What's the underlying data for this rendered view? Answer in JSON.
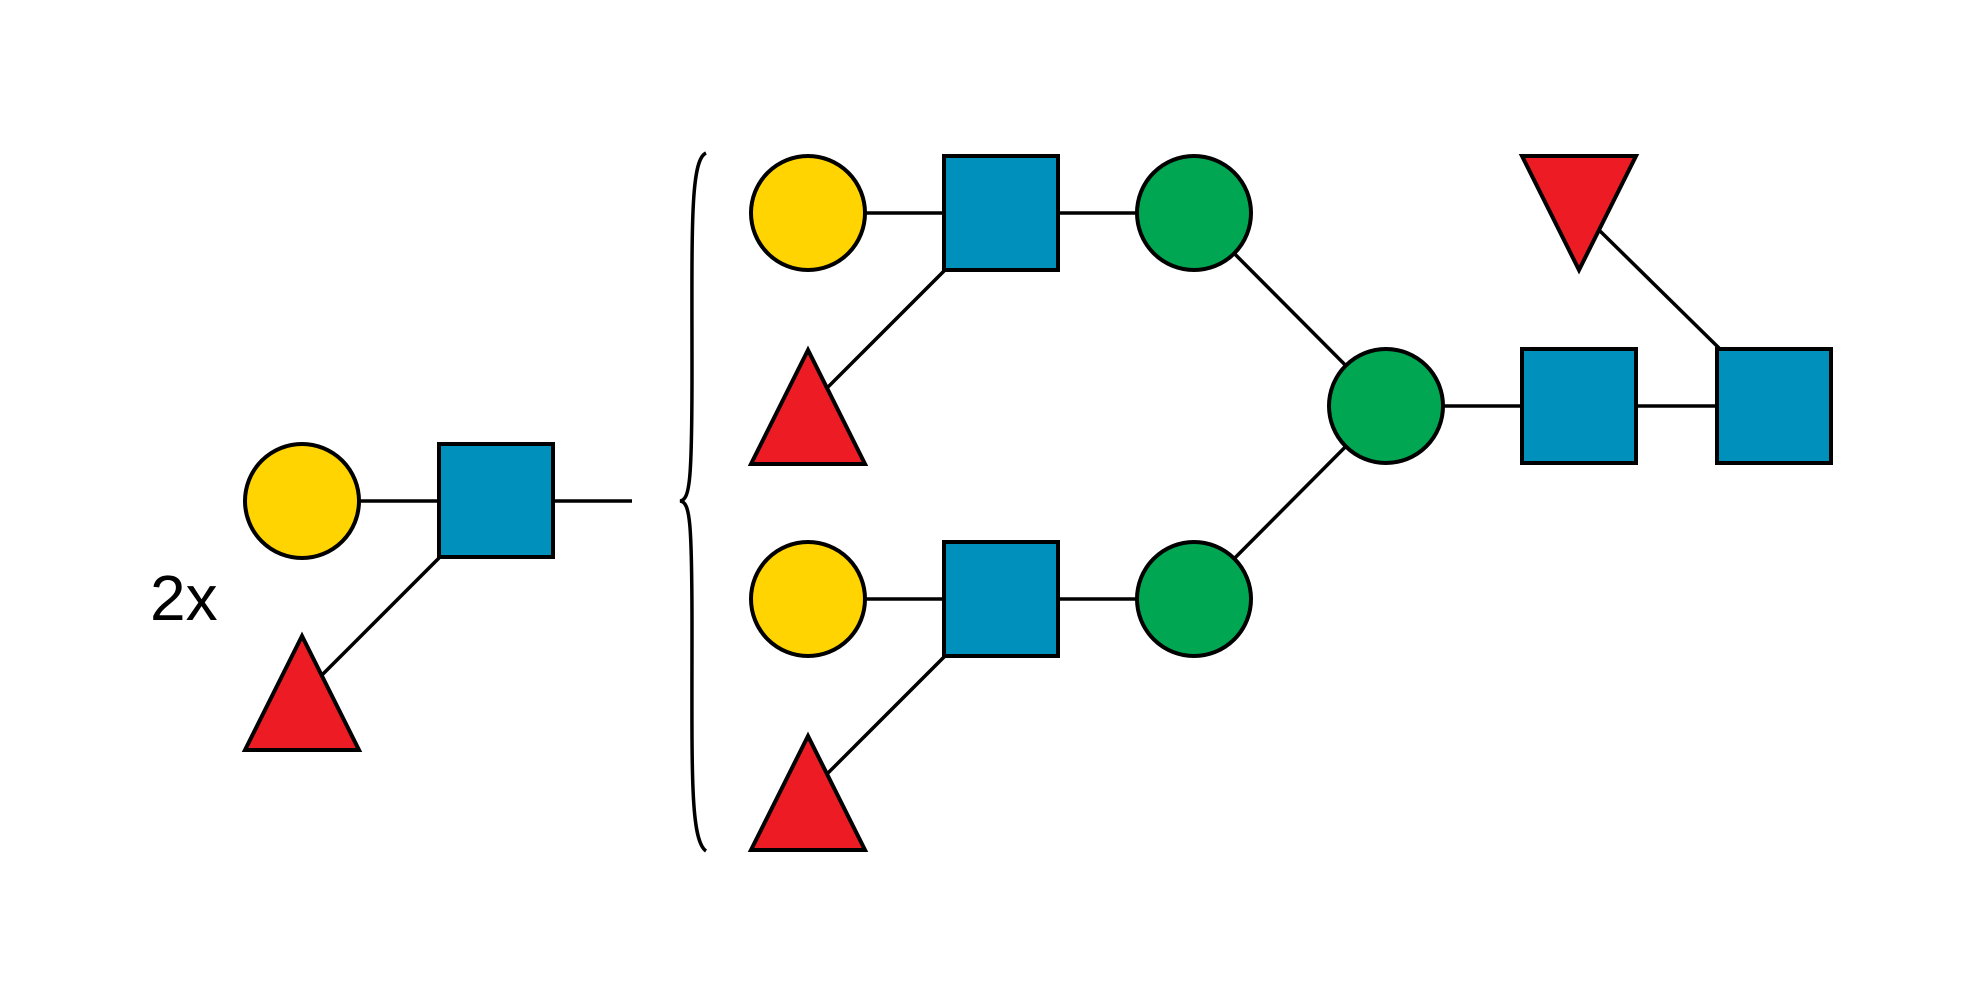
{
  "diagram": {
    "type": "glycan-snfg",
    "multiplier_label": "2x",
    "colors": {
      "galactose": "#FFD400",
      "glcnac": "#0090BC",
      "mannose": "#00A651",
      "fucose": "#ED1C24",
      "outline": "#000000",
      "background": "#FFFFFF"
    },
    "legend": [],
    "repeated_antenna": {
      "nodes": [
        {
          "id": "rep_gal",
          "shape": "circle",
          "icon": "galactose-circle",
          "color_key": "galactose"
        },
        {
          "id": "rep_glcnac",
          "shape": "square",
          "icon": "glcnac-square",
          "color_key": "glcnac"
        },
        {
          "id": "rep_fuc",
          "shape": "triangle",
          "icon": "fucose-triangle",
          "color_key": "fucose"
        }
      ],
      "edges": [
        [
          "rep_gal",
          "rep_glcnac"
        ],
        [
          "rep_glcnac",
          "rep_fuc"
        ]
      ]
    },
    "core": {
      "nodes": [
        {
          "id": "upper_gal",
          "shape": "circle",
          "icon": "galactose-circle",
          "color_key": "galactose"
        },
        {
          "id": "upper_glcnac",
          "shape": "square",
          "icon": "glcnac-square",
          "color_key": "glcnac"
        },
        {
          "id": "upper_man",
          "shape": "circle",
          "icon": "mannose-circle",
          "color_key": "mannose"
        },
        {
          "id": "upper_fuc",
          "shape": "triangle",
          "icon": "fucose-triangle",
          "color_key": "fucose"
        },
        {
          "id": "lower_gal",
          "shape": "circle",
          "icon": "galactose-circle",
          "color_key": "galactose"
        },
        {
          "id": "lower_glcnac",
          "shape": "square",
          "icon": "glcnac-square",
          "color_key": "glcnac"
        },
        {
          "id": "lower_man",
          "shape": "circle",
          "icon": "mannose-circle",
          "color_key": "mannose"
        },
        {
          "id": "lower_fuc",
          "shape": "triangle",
          "icon": "fucose-triangle",
          "color_key": "fucose"
        },
        {
          "id": "branch_man",
          "shape": "circle",
          "icon": "mannose-circle",
          "color_key": "mannose"
        },
        {
          "id": "core_glcnac",
          "shape": "square",
          "icon": "glcnac-square",
          "color_key": "glcnac"
        },
        {
          "id": "reducing_glcnac",
          "shape": "square",
          "icon": "glcnac-square",
          "color_key": "glcnac"
        },
        {
          "id": "core_fuc",
          "shape": "triangle-down",
          "icon": "fucose-triangle-down",
          "color_key": "fucose"
        }
      ],
      "edges": [
        [
          "upper_gal",
          "upper_glcnac"
        ],
        [
          "upper_glcnac",
          "upper_man"
        ],
        [
          "upper_glcnac",
          "upper_fuc"
        ],
        [
          "upper_man",
          "branch_man"
        ],
        [
          "lower_gal",
          "lower_glcnac"
        ],
        [
          "lower_glcnac",
          "lower_man"
        ],
        [
          "lower_glcnac",
          "lower_fuc"
        ],
        [
          "lower_man",
          "branch_man"
        ],
        [
          "branch_man",
          "core_glcnac"
        ],
        [
          "core_glcnac",
          "reducing_glcnac"
        ],
        [
          "reducing_glcnac",
          "core_fuc"
        ]
      ]
    }
  }
}
